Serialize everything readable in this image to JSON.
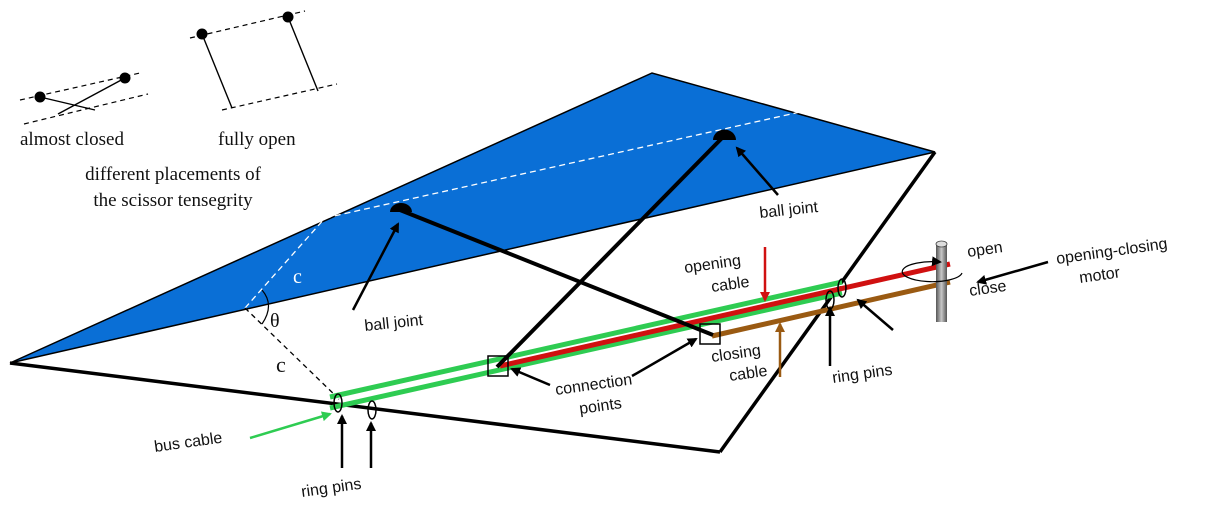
{
  "legend": {
    "almost_closed": "almost closed",
    "fully_open": "fully open",
    "caption_line1": "different placements of",
    "caption_line2": "the scissor tensegrity"
  },
  "labels": {
    "ball_joint_left": "ball joint",
    "ball_joint_right": "ball joint",
    "opening_cable_1": "opening",
    "opening_cable_2": "cable",
    "closing_cable_1": "closing",
    "closing_cable_2": "cable",
    "connection_points_1": "connection",
    "connection_points_2": "points",
    "ring_pins_right": "ring pins",
    "ring_pins_left": "ring pins",
    "bus_cable": "bus cable",
    "open": "open",
    "close": "close",
    "motor_1": "opening-closing",
    "motor_2": "motor",
    "c_top": "c",
    "c_bottom": "c",
    "theta": "θ"
  },
  "colors": {
    "panel_blue": "#0a6fd6",
    "bus_green": "#2ecc52",
    "opening_red": "#d01010",
    "closing_brown": "#9a5a12",
    "motor_grey": "#8a8a8a"
  }
}
